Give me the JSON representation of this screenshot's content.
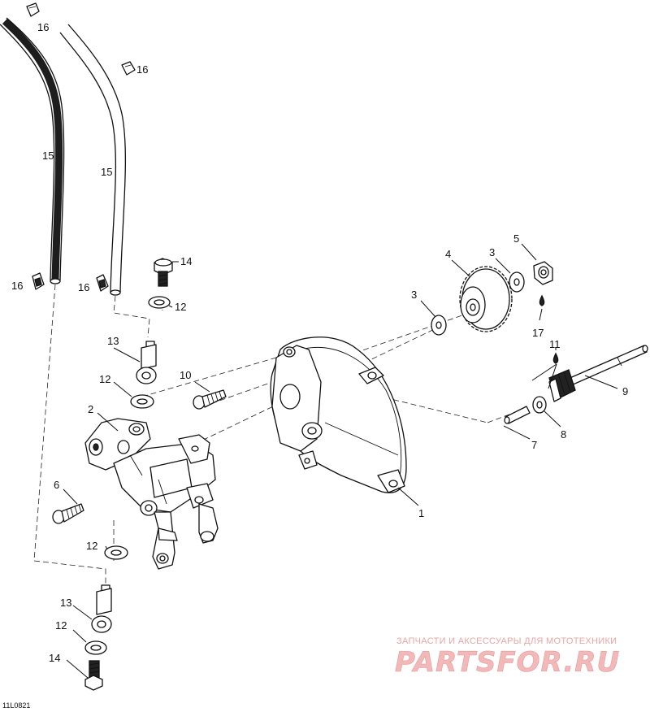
{
  "diagram": {
    "code": "11L0821",
    "watermark_tagline": "ЗАПЧАСТИ И АКСЕССУАРЫ ДЛЯ МОТОТЕХНИКИ",
    "watermark_brand": "PARTSFOR.RU",
    "callouts": {
      "c1": "1",
      "c2": "2",
      "c3a": "3",
      "c3b": "3",
      "c4": "4",
      "c5": "5",
      "c6": "6",
      "c7": "7",
      "c8": "8",
      "c9": "9",
      "c10": "10",
      "c11": "11",
      "c12a": "12",
      "c12b": "12",
      "c12c": "12",
      "c12d": "12",
      "c13a": "13",
      "c13b": "13",
      "c14a": "14",
      "c14b": "14",
      "c15a": "15",
      "c15b": "15",
      "c16a": "16",
      "c16b": "16",
      "c16c": "16",
      "c16d": "16",
      "c17": "17"
    }
  }
}
